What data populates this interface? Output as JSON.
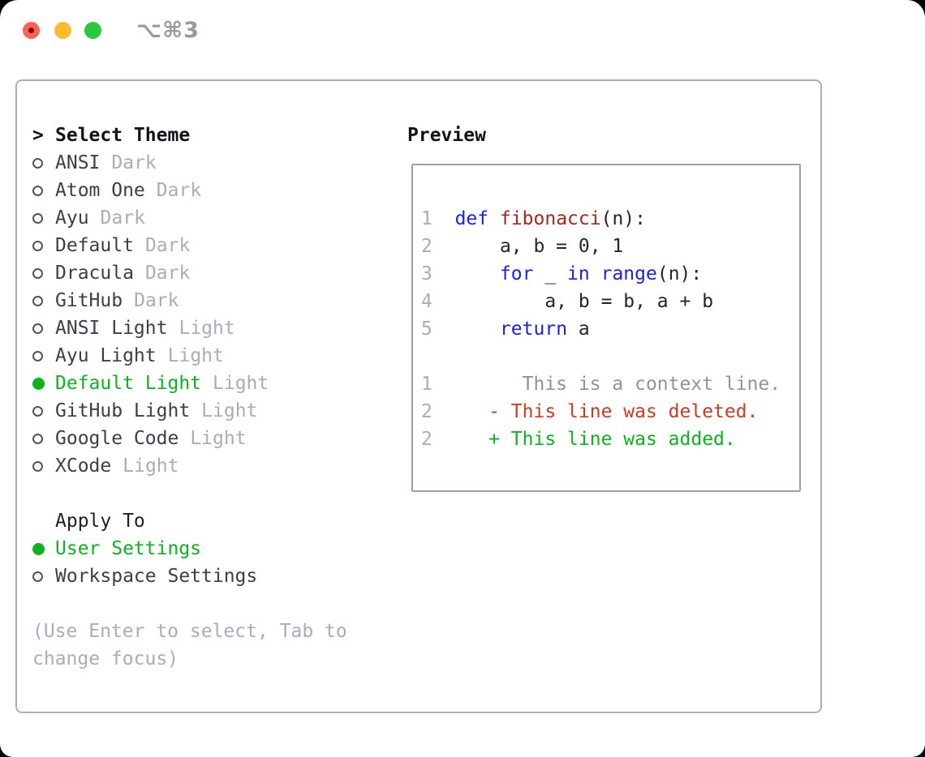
{
  "window": {
    "title": "⌥⌘3",
    "traffic_lights": {
      "close": "#ff5f57",
      "minimize": "#febc2e",
      "zoom": "#28c840"
    }
  },
  "theme_selector": {
    "heading_prefix": ">",
    "heading": "Select Theme",
    "items": [
      {
        "name": "ANSI",
        "variant": "Dark",
        "selected": false
      },
      {
        "name": "Atom One",
        "variant": "Dark",
        "selected": false
      },
      {
        "name": "Ayu",
        "variant": "Dark",
        "selected": false
      },
      {
        "name": "Default",
        "variant": "Dark",
        "selected": false
      },
      {
        "name": "Dracula",
        "variant": "Dark",
        "selected": false
      },
      {
        "name": "GitHub",
        "variant": "Dark",
        "selected": false
      },
      {
        "name": "ANSI Light",
        "variant": "Light",
        "selected": false
      },
      {
        "name": "Ayu Light",
        "variant": "Light",
        "selected": false
      },
      {
        "name": "Default Light",
        "variant": "Light",
        "selected": true
      },
      {
        "name": "GitHub Light",
        "variant": "Light",
        "selected": false
      },
      {
        "name": "Google Code",
        "variant": "Light",
        "selected": false
      },
      {
        "name": "XCode",
        "variant": "Light",
        "selected": false
      }
    ]
  },
  "apply_to": {
    "heading": "Apply To",
    "options": [
      {
        "label": "User Settings",
        "selected": true
      },
      {
        "label": "Workspace Settings",
        "selected": false
      }
    ]
  },
  "help_text": "(Use Enter to select, Tab to change focus)",
  "preview": {
    "heading": "Preview",
    "code_lines": [
      {
        "no": "1",
        "segs": [
          [
            "p",
            "  "
          ],
          [
            "kw",
            "def"
          ],
          [
            "p",
            " "
          ],
          [
            "fn",
            "fibonacci"
          ],
          [
            "p",
            "(n):"
          ]
        ]
      },
      {
        "no": "2",
        "segs": [
          [
            "p",
            "      a, b = 0, 1"
          ]
        ]
      },
      {
        "no": "3",
        "segs": [
          [
            "p",
            "      "
          ],
          [
            "kw",
            "for"
          ],
          [
            "p",
            " _ "
          ],
          [
            "kw",
            "in"
          ],
          [
            "p",
            " "
          ],
          [
            "kw",
            "range"
          ],
          [
            "p",
            "(n):"
          ]
        ]
      },
      {
        "no": "4",
        "segs": [
          [
            "p",
            "          a, b = b, a + b"
          ]
        ]
      },
      {
        "no": "5",
        "segs": [
          [
            "p",
            "      "
          ],
          [
            "kw",
            "return"
          ],
          [
            "p",
            " a"
          ]
        ]
      },
      {
        "no": "",
        "segs": []
      },
      {
        "no": "1",
        "segs": [
          [
            "ctx",
            "        This is a context line."
          ]
        ]
      },
      {
        "no": "2",
        "segs": [
          [
            "del",
            "     - This line was deleted."
          ]
        ]
      },
      {
        "no": "2",
        "segs": [
          [
            "add",
            "     + This line was added."
          ]
        ]
      }
    ]
  },
  "colors": {
    "accent_green": "#0db31d",
    "deleted_red": "#cd3a24",
    "keyword_blue": "#1c22e0",
    "function_darkred": "#a3291e",
    "muted_gray": "#a7aeb9",
    "panel_border": "#a9b1bb"
  }
}
